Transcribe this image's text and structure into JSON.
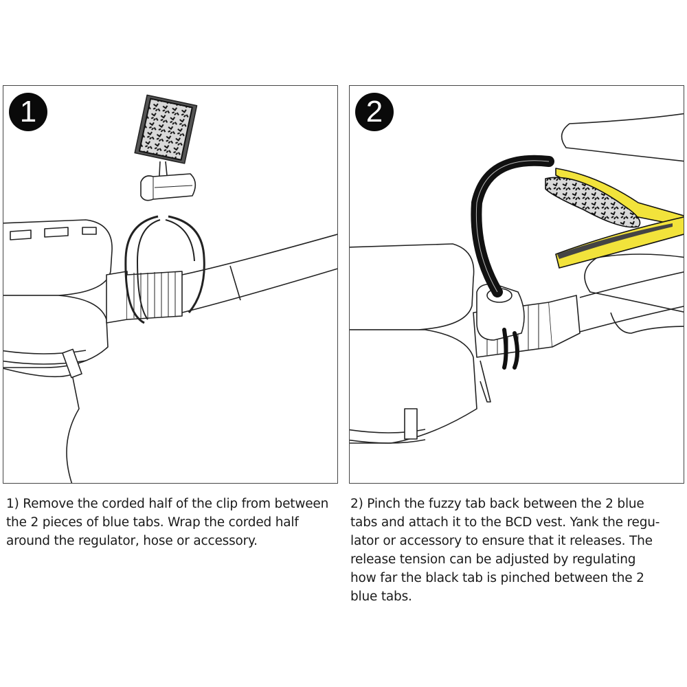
{
  "colors": {
    "badge": "#0a0a0a",
    "cord": "#111111",
    "yellow_tab": "#f2e33b",
    "fuzzy_tab": "#d9d9d9",
    "border": "#444444"
  },
  "steps": [
    {
      "number": "1",
      "caption_lines": [
        "1) Remove the corded half of the clip from between",
        "the 2 pieces of blue tabs. Wrap the corded half",
        "around the regulator, hose or accessory."
      ]
    },
    {
      "number": "2",
      "caption_lines": [
        "2) Pinch the fuzzy tab back between the 2 blue",
        "tabs and attach it to the BCD vest. Yank the regu-",
        "lator or accessory to ensure that it releases. The",
        "release tension can be adjusted by regulating",
        "how far the black tab is pinched between the 2",
        "blue tabs."
      ]
    }
  ]
}
